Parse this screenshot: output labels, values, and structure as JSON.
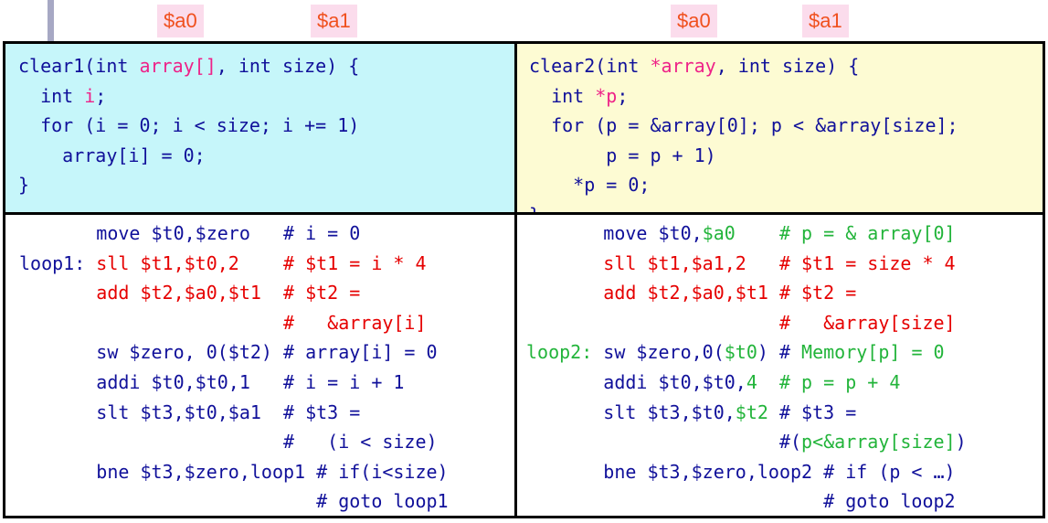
{
  "register_tags": [
    {
      "label": "$a0"
    },
    {
      "label": "$a1"
    },
    {
      "label": "$a0"
    },
    {
      "label": "$a1"
    }
  ],
  "colors": {
    "code_blue": "#10109a",
    "highlight_red": "#e60000",
    "highlight_green": "#22b43a",
    "param_pink": "#ee2288",
    "cyan_panel": "#c6f6fa",
    "yellow_panel": "#fdfbd3",
    "tag_background": "#fbdcec",
    "tag_text": "#f0501e"
  },
  "c_code_left": [
    [
      {
        "t": "clear1(int ",
        "c": "blue"
      },
      {
        "t": "array[]",
        "c": "pink"
      },
      {
        "t": ", int size) {",
        "c": "blue"
      }
    ],
    [
      {
        "t": "  int ",
        "c": "blue"
      },
      {
        "t": "i",
        "c": "pink"
      },
      {
        "t": ";",
        "c": "blue"
      }
    ],
    [
      {
        "t": "  for (i = 0; i < size; i += 1)",
        "c": "blue"
      }
    ],
    [
      {
        "t": "    array[i] = 0;",
        "c": "blue"
      }
    ],
    [
      {
        "t": "}",
        "c": "blue"
      }
    ]
  ],
  "c_code_right": [
    [
      {
        "t": "clear2(int ",
        "c": "blue"
      },
      {
        "t": "*array",
        "c": "pink"
      },
      {
        "t": ", int size) {",
        "c": "blue"
      }
    ],
    [
      {
        "t": "  int ",
        "c": "blue"
      },
      {
        "t": "*p",
        "c": "pink"
      },
      {
        "t": ";",
        "c": "blue"
      }
    ],
    [
      {
        "t": "  for (p = &array[0]; p < &array[size];",
        "c": "blue"
      }
    ],
    [
      {
        "t": "       p = p + 1)",
        "c": "blue"
      }
    ],
    [
      {
        "t": "    *p = 0;",
        "c": "blue"
      }
    ],
    [
      {
        "t": "}",
        "c": "blue"
      }
    ]
  ],
  "asm_code_left": [
    [
      {
        "t": "       move $t0,$zero   # i = 0",
        "c": "blue"
      }
    ],
    [
      {
        "t": "loop1: ",
        "c": "blue"
      },
      {
        "t": "sll $t1,$t0,2    # $t1 = i * 4",
        "c": "red"
      }
    ],
    [
      {
        "t": "       add $t2,$a0,$t1  # $t2 =",
        "c": "red"
      }
    ],
    [
      {
        "t": "                        #   &array[i]",
        "c": "red"
      }
    ],
    [
      {
        "t": "       sw $zero, 0($t2) # array[i] = 0",
        "c": "blue"
      }
    ],
    [
      {
        "t": "       addi $t0,$t0,1   # i = i + 1",
        "c": "blue"
      }
    ],
    [
      {
        "t": "       slt $t3,$t0,$a1  # $t3 =",
        "c": "blue"
      }
    ],
    [
      {
        "t": "                        #   (i < size)",
        "c": "blue"
      }
    ],
    [
      {
        "t": "       bne $t3,$zero,loop1 # if(i<size)",
        "c": "blue"
      }
    ],
    [
      {
        "t": "                           # goto loop1",
        "c": "blue"
      }
    ]
  ],
  "asm_code_right": [
    [
      {
        "t": "       move $t0,",
        "c": "blue"
      },
      {
        "t": "$a0    # p = & array[0]",
        "c": "green"
      }
    ],
    [
      {
        "t": "       sll $t1,$a1,2   # $t1 = size * 4",
        "c": "red"
      }
    ],
    [
      {
        "t": "       add $t2,$a0,$t1 # $t2 =",
        "c": "red"
      }
    ],
    [
      {
        "t": "                       #   &array[size]",
        "c": "red"
      }
    ],
    [
      {
        "t": "loop2: ",
        "c": "green"
      },
      {
        "t": "sw $zero,0(",
        "c": "blue"
      },
      {
        "t": "$t0",
        "c": "green"
      },
      {
        "t": ") # ",
        "c": "blue"
      },
      {
        "t": "Memory[p] = 0",
        "c": "green"
      }
    ],
    [
      {
        "t": "       addi $t0,$t0,",
        "c": "blue"
      },
      {
        "t": "4  # p = p + 4",
        "c": "green"
      }
    ],
    [
      {
        "t": "       slt $t3,$t0,",
        "c": "blue"
      },
      {
        "t": "$t2",
        "c": "green"
      },
      {
        "t": " # $t3 =",
        "c": "blue"
      }
    ],
    [
      {
        "t": "                       #(",
        "c": "blue"
      },
      {
        "t": "p<&array[size]",
        "c": "green"
      },
      {
        "t": ")",
        "c": "blue"
      }
    ],
    [
      {
        "t": "       bne $t3,$zero,loop2 # if (p < …)",
        "c": "blue"
      }
    ],
    [
      {
        "t": "                           # goto loop2",
        "c": "blue"
      }
    ]
  ]
}
